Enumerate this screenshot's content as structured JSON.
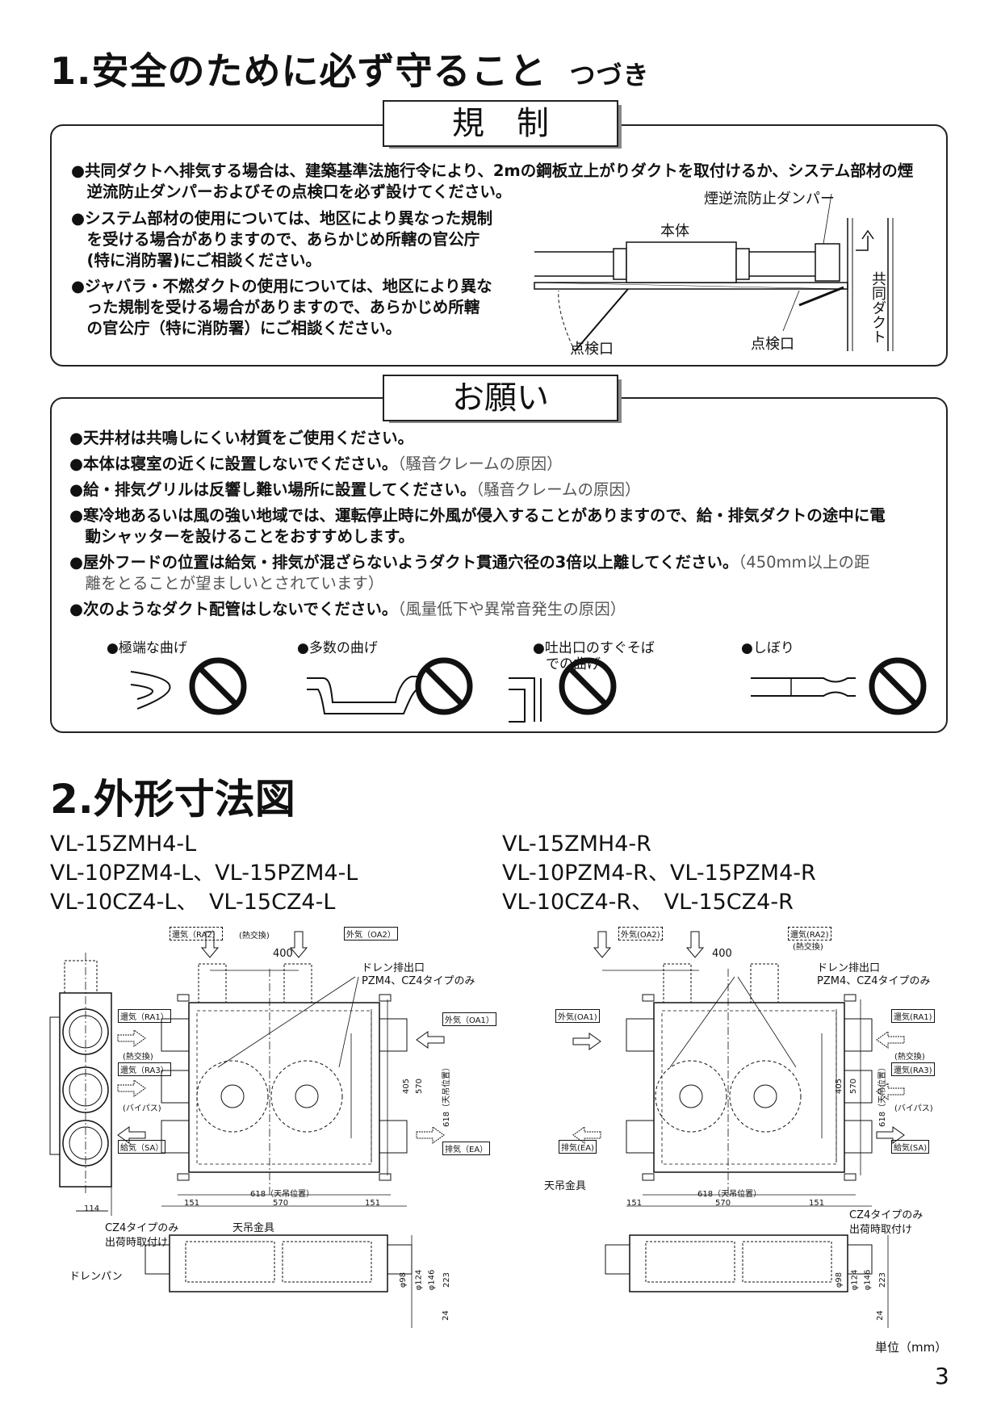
{
  "section1": {
    "title": "1.安全のために必ず守ること",
    "subtitle": "つづき"
  },
  "kisei": {
    "label": "規　制",
    "bullets": [
      "●共同ダクトへ排気する場合は、建築基準法施行令により、2mの鋼板立上がりダクトを取付けるか、システム部材の煙",
      "　逆流防止ダンパーおよびその点検口を必ず設けてください。",
      "●システム部材の使用については、地区により異なった規制",
      "　を受ける場合がありますので、あらかじめ所轄の官公庁",
      "　(特に消防署)にご相談ください。",
      "●ジャバラ・不燃ダクトの使用については、地区により異な",
      "　った規制を受ける場合がありますので、あらかじめ所轄",
      "　の官公庁（特に消防署）にご相談ください。"
    ],
    "diagram": {
      "damper": "煙逆流防止ダンパー",
      "body": "本体",
      "duct": "共同ダクト",
      "inspection_left": "点検口",
      "inspection_right": "点検口"
    }
  },
  "onegai": {
    "label": "お願い",
    "items": [
      {
        "bold": "●天井材は共鳴しにくい材質をご使用ください。",
        "note": ""
      },
      {
        "bold": "●本体は寝室の近くに設置しないでください。",
        "note": "（騒音クレームの原因）"
      },
      {
        "bold": "●給・排気グリルは反響し難い場所に設置してください。",
        "note": "（騒音クレームの原因）"
      },
      {
        "bold": "●寒冷地あるいは風の強い地域では、運転停止時に外風が侵入することがありますので、給・排気ダクトの途中に電",
        "note": ""
      },
      {
        "bold": "　動シャッターを設けることをおすすめします。",
        "note": ""
      },
      {
        "bold": "●屋外フードの位置は給気・排気が混ざらないようダクト貫通穴径の3倍以上離してください。",
        "note": "（450mm以上の距"
      },
      {
        "bold": "",
        "note": "　離をとることが望ましいとされています）"
      },
      {
        "bold": "●次のようなダクト配管はしないでください。",
        "note": "（風量低下や異常音発生の原因）"
      }
    ],
    "examples": [
      "●極端な曲げ",
      "●多数の曲げ",
      "●吐出口のすぐそば",
      "での曲げ",
      "●しぼり"
    ]
  },
  "section2": {
    "title": "2.外形寸法図",
    "left_models": [
      "VL-15ZMH4-L",
      "VL-10PZM4-L、VL-15PZM4-L",
      "VL-10CZ4-L、　VL-15CZ4-L"
    ],
    "right_models": [
      "VL-15ZMH4-R",
      "VL-10PZM4-R、VL-15PZM4-R",
      "VL-10CZ4-R、　VL-15CZ4-R"
    ],
    "left": {
      "top_a": "還気（RA2）",
      "top_a2": "(熱交換)",
      "top_b": "外気（OA2）",
      "drain": "ドレン排出口",
      "drain2": "PZM4、CZ4タイプのみ",
      "ra1": "還気（RA1）",
      "ra1b": "(熱交換)",
      "ra3": "還気（RA3）",
      "ra3b": "(バイパス)",
      "sa": "給気（SA）",
      "oa1": "外気（OA1）",
      "ea": "排気（EA）",
      "cz1": "CZ4タイプのみ",
      "cz2": "出荷時取付け",
      "hanger": "天吊金具",
      "drainpan": "ドレンパン"
    },
    "right": {
      "top_a": "外気(OA2)",
      "top_b": "還気(RA2)",
      "top_b2": "(熱交換)",
      "drain": "ドレン排出口",
      "drain2": "PZM4、CZ4タイプのみ",
      "oa1": "外気(OA1)",
      "ea": "排気(EA)",
      "ra1": "還気(RA1)",
      "ra1b": "(熱交換)",
      "ra3": "還気(RA3)",
      "ra3b": "(バイパス)",
      "sa": "給気(SA)",
      "hanger": "天吊金具",
      "cz1": "CZ4タイプのみ",
      "cz2": "出荷時取付け"
    },
    "dims": {
      "d400": "400",
      "d405": "405",
      "d570": "570",
      "d618v": "618（天吊位置）",
      "d114": "114",
      "d151": "151",
      "d618h": "618（天吊位置）",
      "d98": "φ98",
      "d124": "φ124",
      "d146": "φ146",
      "d223": "223",
      "d24": "24"
    },
    "unit": "単位（mm）"
  },
  "page_number": "3"
}
